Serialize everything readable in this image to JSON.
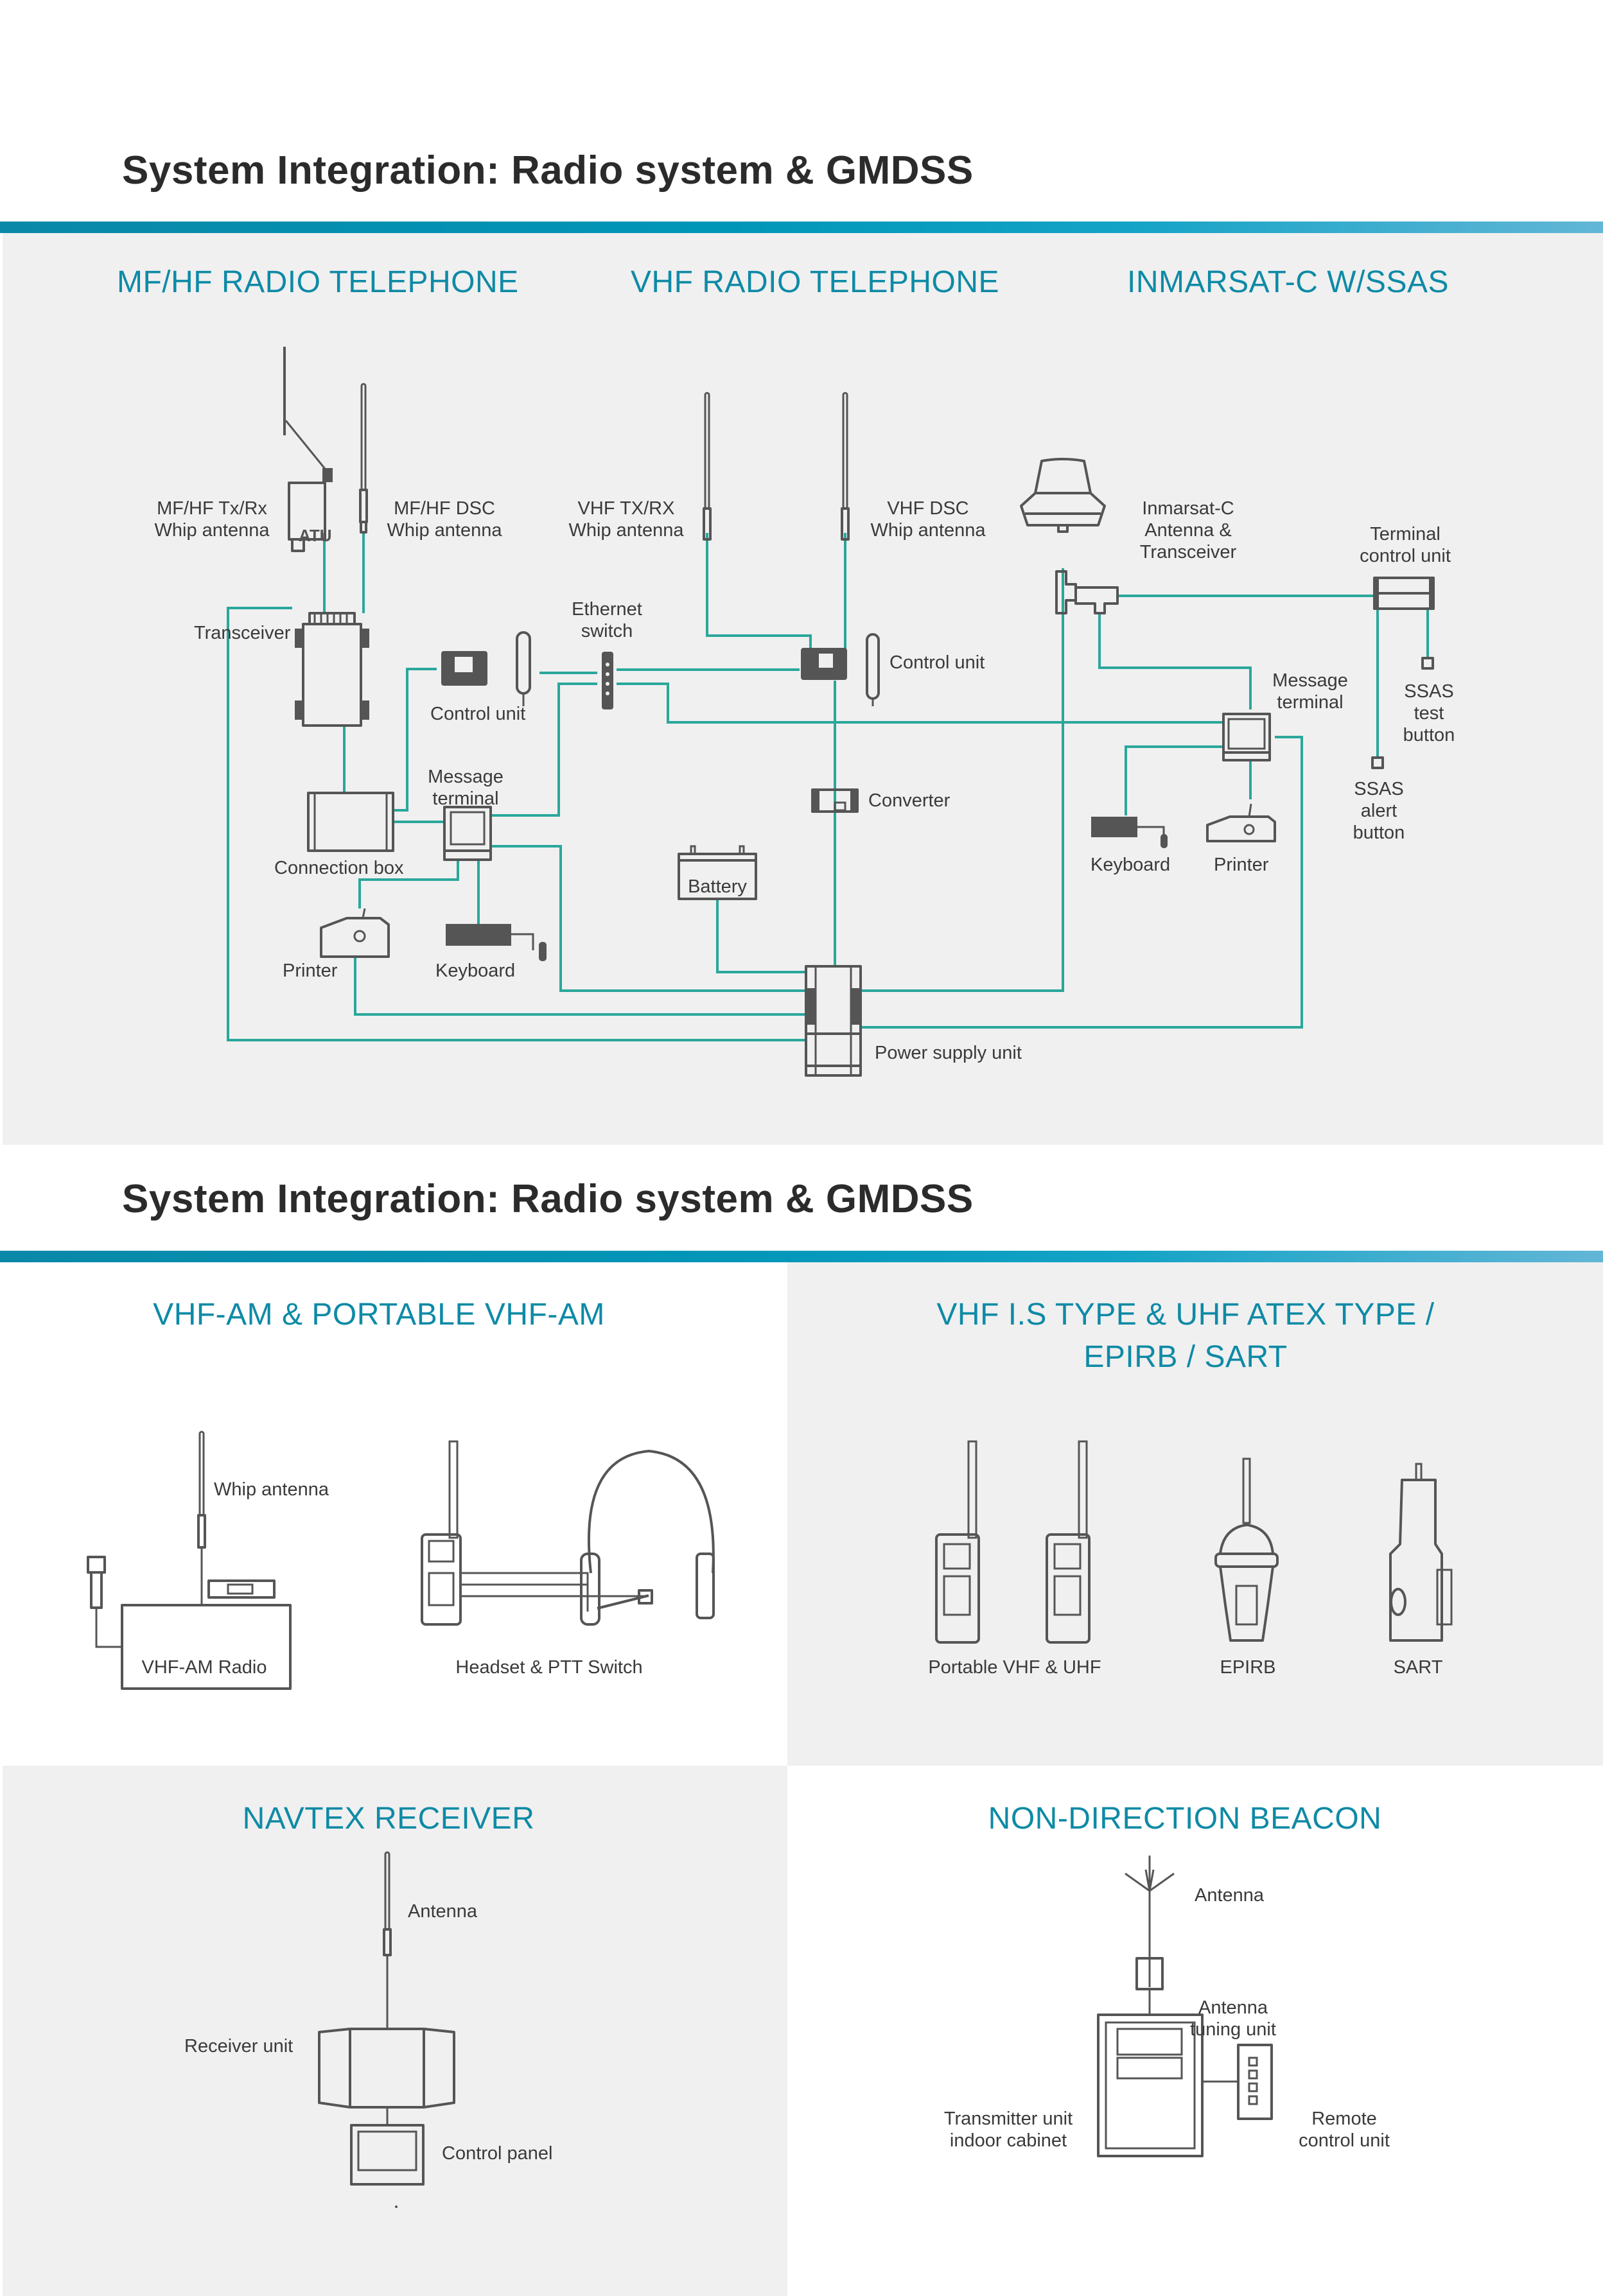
{
  "page": {
    "title_top": "System Integration: Radio system & GMDSS",
    "title_bottom": "System Integration: Radio system & GMDSS",
    "accent_color": "#0e8aa6",
    "wire_color": "#2aa79b"
  },
  "top_diagram": {
    "sections": [
      {
        "title": "MF/HF RADIO TELEPHONE"
      },
      {
        "title": "VHF RADIO TELEPHONE"
      },
      {
        "title": "INMARSAT-C W/SSAS"
      }
    ],
    "labels": {
      "mfhf_txrx": [
        "MF/HF Tx/Rx",
        "Whip antenna"
      ],
      "atu": "ATU",
      "mfhf_dsc": [
        "MF/HF DSC",
        "Whip antenna"
      ],
      "vhf_txrx": [
        "VHF TX/RX",
        "Whip antenna"
      ],
      "vhf_dsc": [
        "VHF DSC",
        "Whip antenna"
      ],
      "inmarsat": [
        "Inmarsat-C",
        "Antenna &",
        "Transceiver"
      ],
      "terminal_control": [
        "Terminal",
        "control unit"
      ],
      "transceiver": "Transceiver",
      "ethernet_switch": [
        "Ethernet",
        "switch"
      ],
      "control_unit_mfhf": "Control unit",
      "control_unit_vhf": "Control unit",
      "message_terminal_inm": [
        "Message",
        "terminal"
      ],
      "ssas_test": [
        "SSAS",
        "test",
        "button"
      ],
      "ssas_alert": [
        "SSAS",
        "alert",
        "button"
      ],
      "message_terminal_mfhf": [
        "Message",
        "terminal"
      ],
      "connection_box": "Connection box",
      "converter": "Converter",
      "keyboard_inm": "Keyboard",
      "printer_inm": "Printer",
      "battery": "Battery",
      "printer_mfhf": "Printer",
      "keyboard_mfhf": "Keyboard",
      "power_supply": "Power supply unit"
    }
  },
  "bottom_panels": [
    {
      "title": "VHF-AM & PORTABLE VHF-AM",
      "labels": {
        "whip": "Whip antenna",
        "radio": "VHF-AM Radio",
        "headset": "Headset & PTT Switch"
      }
    },
    {
      "title_lines": [
        "VHF I.S TYPE & UHF ATEX TYPE /",
        "EPIRB / SART"
      ],
      "labels": {
        "portable": "Portable VHF & UHF",
        "epirb": "EPIRB",
        "sart": "SART"
      }
    },
    {
      "title": "NAVTEX RECEIVER",
      "labels": {
        "antenna": "Antenna",
        "receiver": "Receiver unit",
        "control": "Control panel"
      }
    },
    {
      "title": "NON-DIRECTION BEACON",
      "labels": {
        "antenna": "Antenna",
        "atu": [
          "Antenna",
          "tuning unit"
        ],
        "transmitter": [
          "Transmitter unit",
          "indoor cabinet"
        ],
        "remote": [
          "Remote",
          "control unit"
        ]
      }
    }
  ]
}
